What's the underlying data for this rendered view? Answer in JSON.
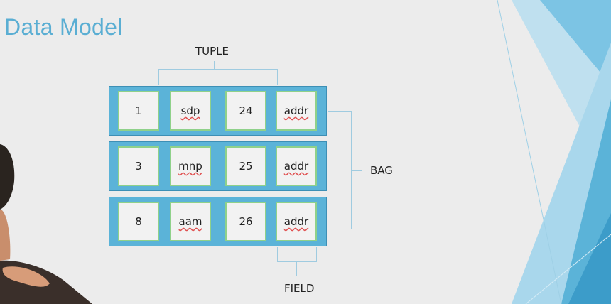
{
  "slide": {
    "title": "Data Model"
  },
  "diagram": {
    "tuple_label": "TUPLE",
    "bag_label": "BAG",
    "field_label": "FIELD",
    "tuples": [
      {
        "fields": [
          "1",
          "sdp",
          "24",
          "addr"
        ]
      },
      {
        "fields": [
          "3",
          "mnp",
          "25",
          "addr"
        ]
      },
      {
        "fields": [
          "8",
          "aam",
          "26",
          "addr"
        ]
      }
    ]
  },
  "colors": {
    "title": "#5aaed3",
    "tuple_fill": "#5bb3d8",
    "cell_border": "#8fd18a",
    "bracket": "#9fcbe0"
  }
}
